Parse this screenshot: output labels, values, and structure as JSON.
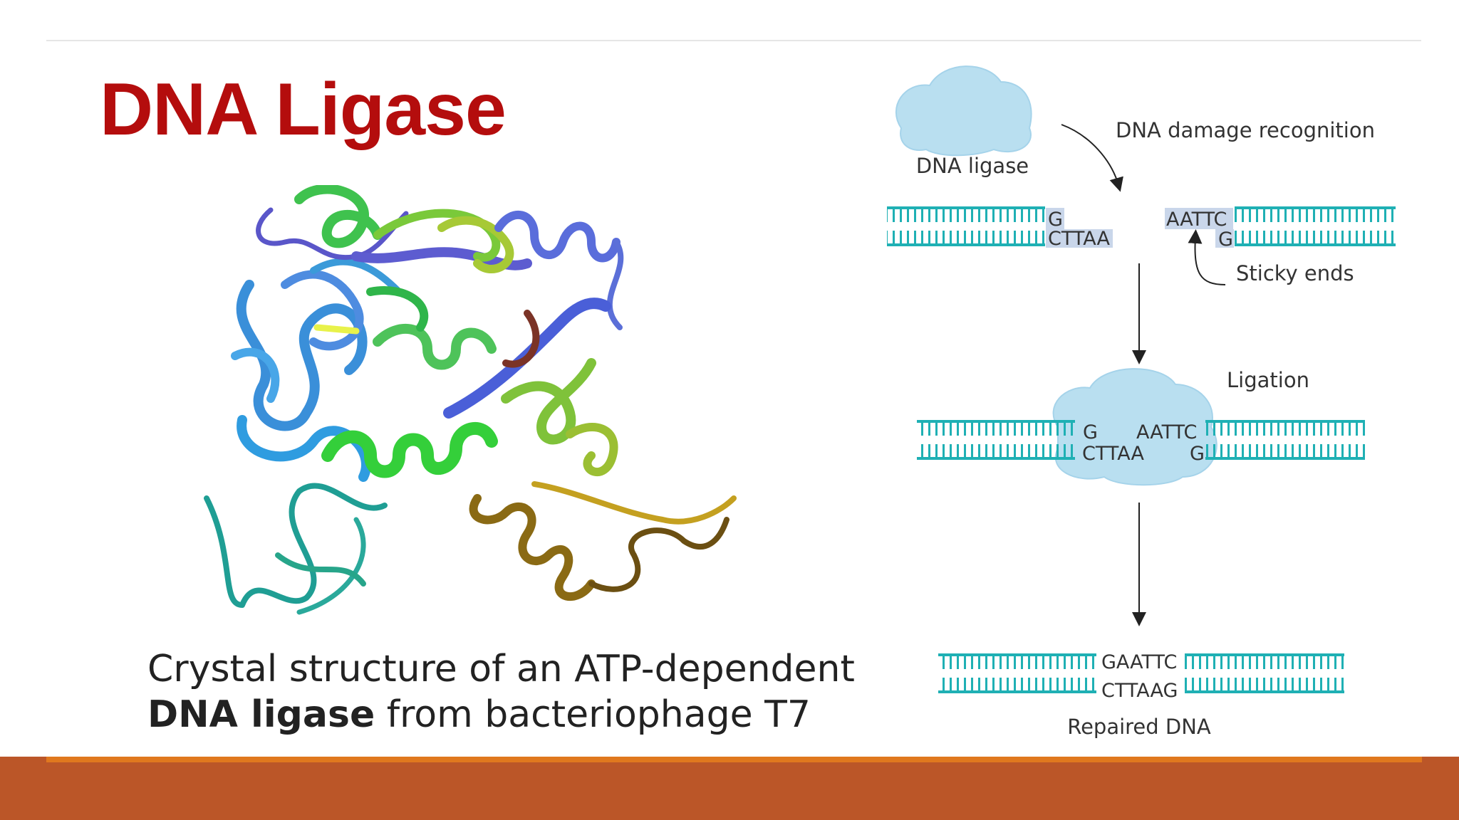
{
  "slide": {
    "title": "DNA Ligase",
    "caption_line1": "Crystal structure of an ATP-dependent",
    "caption_bold": "DNA ligase",
    "caption_rest": " from bacteriophage T7"
  },
  "diagram": {
    "enzyme_label": "DNA ligase",
    "step1_label": "DNA damage recognition",
    "sticky_label": "Sticky ends",
    "step2_label": "Ligation",
    "result_label": "Repaired DNA",
    "left_top_seq": "G",
    "left_bottom_seq": "CTTAA",
    "right_top_seq": "AATTC",
    "right_bottom_seq": "G",
    "repaired_top_seq": "GAATTC",
    "repaired_bottom_seq": "CTTAAG"
  },
  "colors": {
    "title": "#b40d0d",
    "dna_strand": "#1fb0b4",
    "cloud": "#b9dff0",
    "footer": "#bb5628",
    "footer_accent": "#e0781e"
  }
}
